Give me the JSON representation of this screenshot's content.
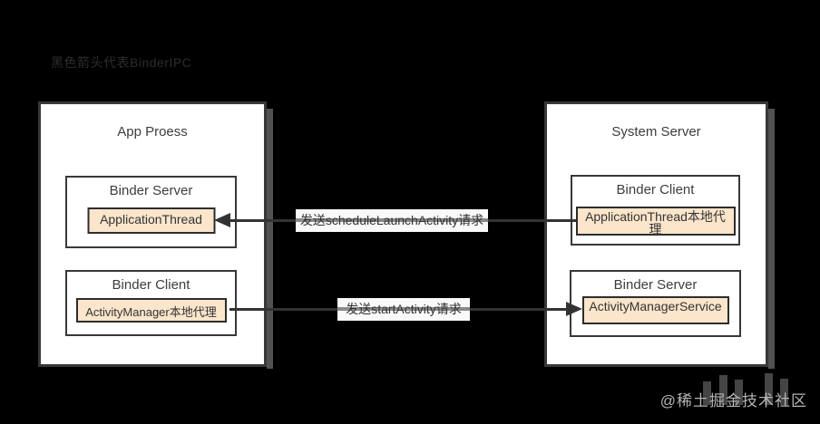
{
  "legend_note": "黑色箭头代表BinderIPC",
  "processes": {
    "app": {
      "title": "App Proess",
      "sections": [
        {
          "role": "Binder Server",
          "component": "ApplicationThread"
        },
        {
          "role": "Binder Client",
          "component": "ActivityManager本地代理"
        }
      ]
    },
    "system": {
      "title": "System Server",
      "sections": [
        {
          "role": "Binder Client",
          "component": "ApplicationThread本地代理"
        },
        {
          "role": "Binder Server",
          "component": "ActivityManagerService"
        }
      ]
    }
  },
  "ipc_calls": [
    {
      "label": "发送scheduleLaunchActivity请求",
      "direction": "right-to-left"
    },
    {
      "label": "发送startActivity请求",
      "direction": "left-to-right"
    }
  ],
  "watermark": {
    "text": "@稀土掘金技术社区"
  },
  "colors": {
    "canvas_bg": "#000000",
    "box_bg": "#ffffff",
    "box_border": "#38383a",
    "chip_bg": "#fbe5cb",
    "chip_border": "#2d2d2d",
    "arrow_line": "#333333",
    "shadow": "#515151",
    "watermark_text": "#b5b5b5"
  }
}
